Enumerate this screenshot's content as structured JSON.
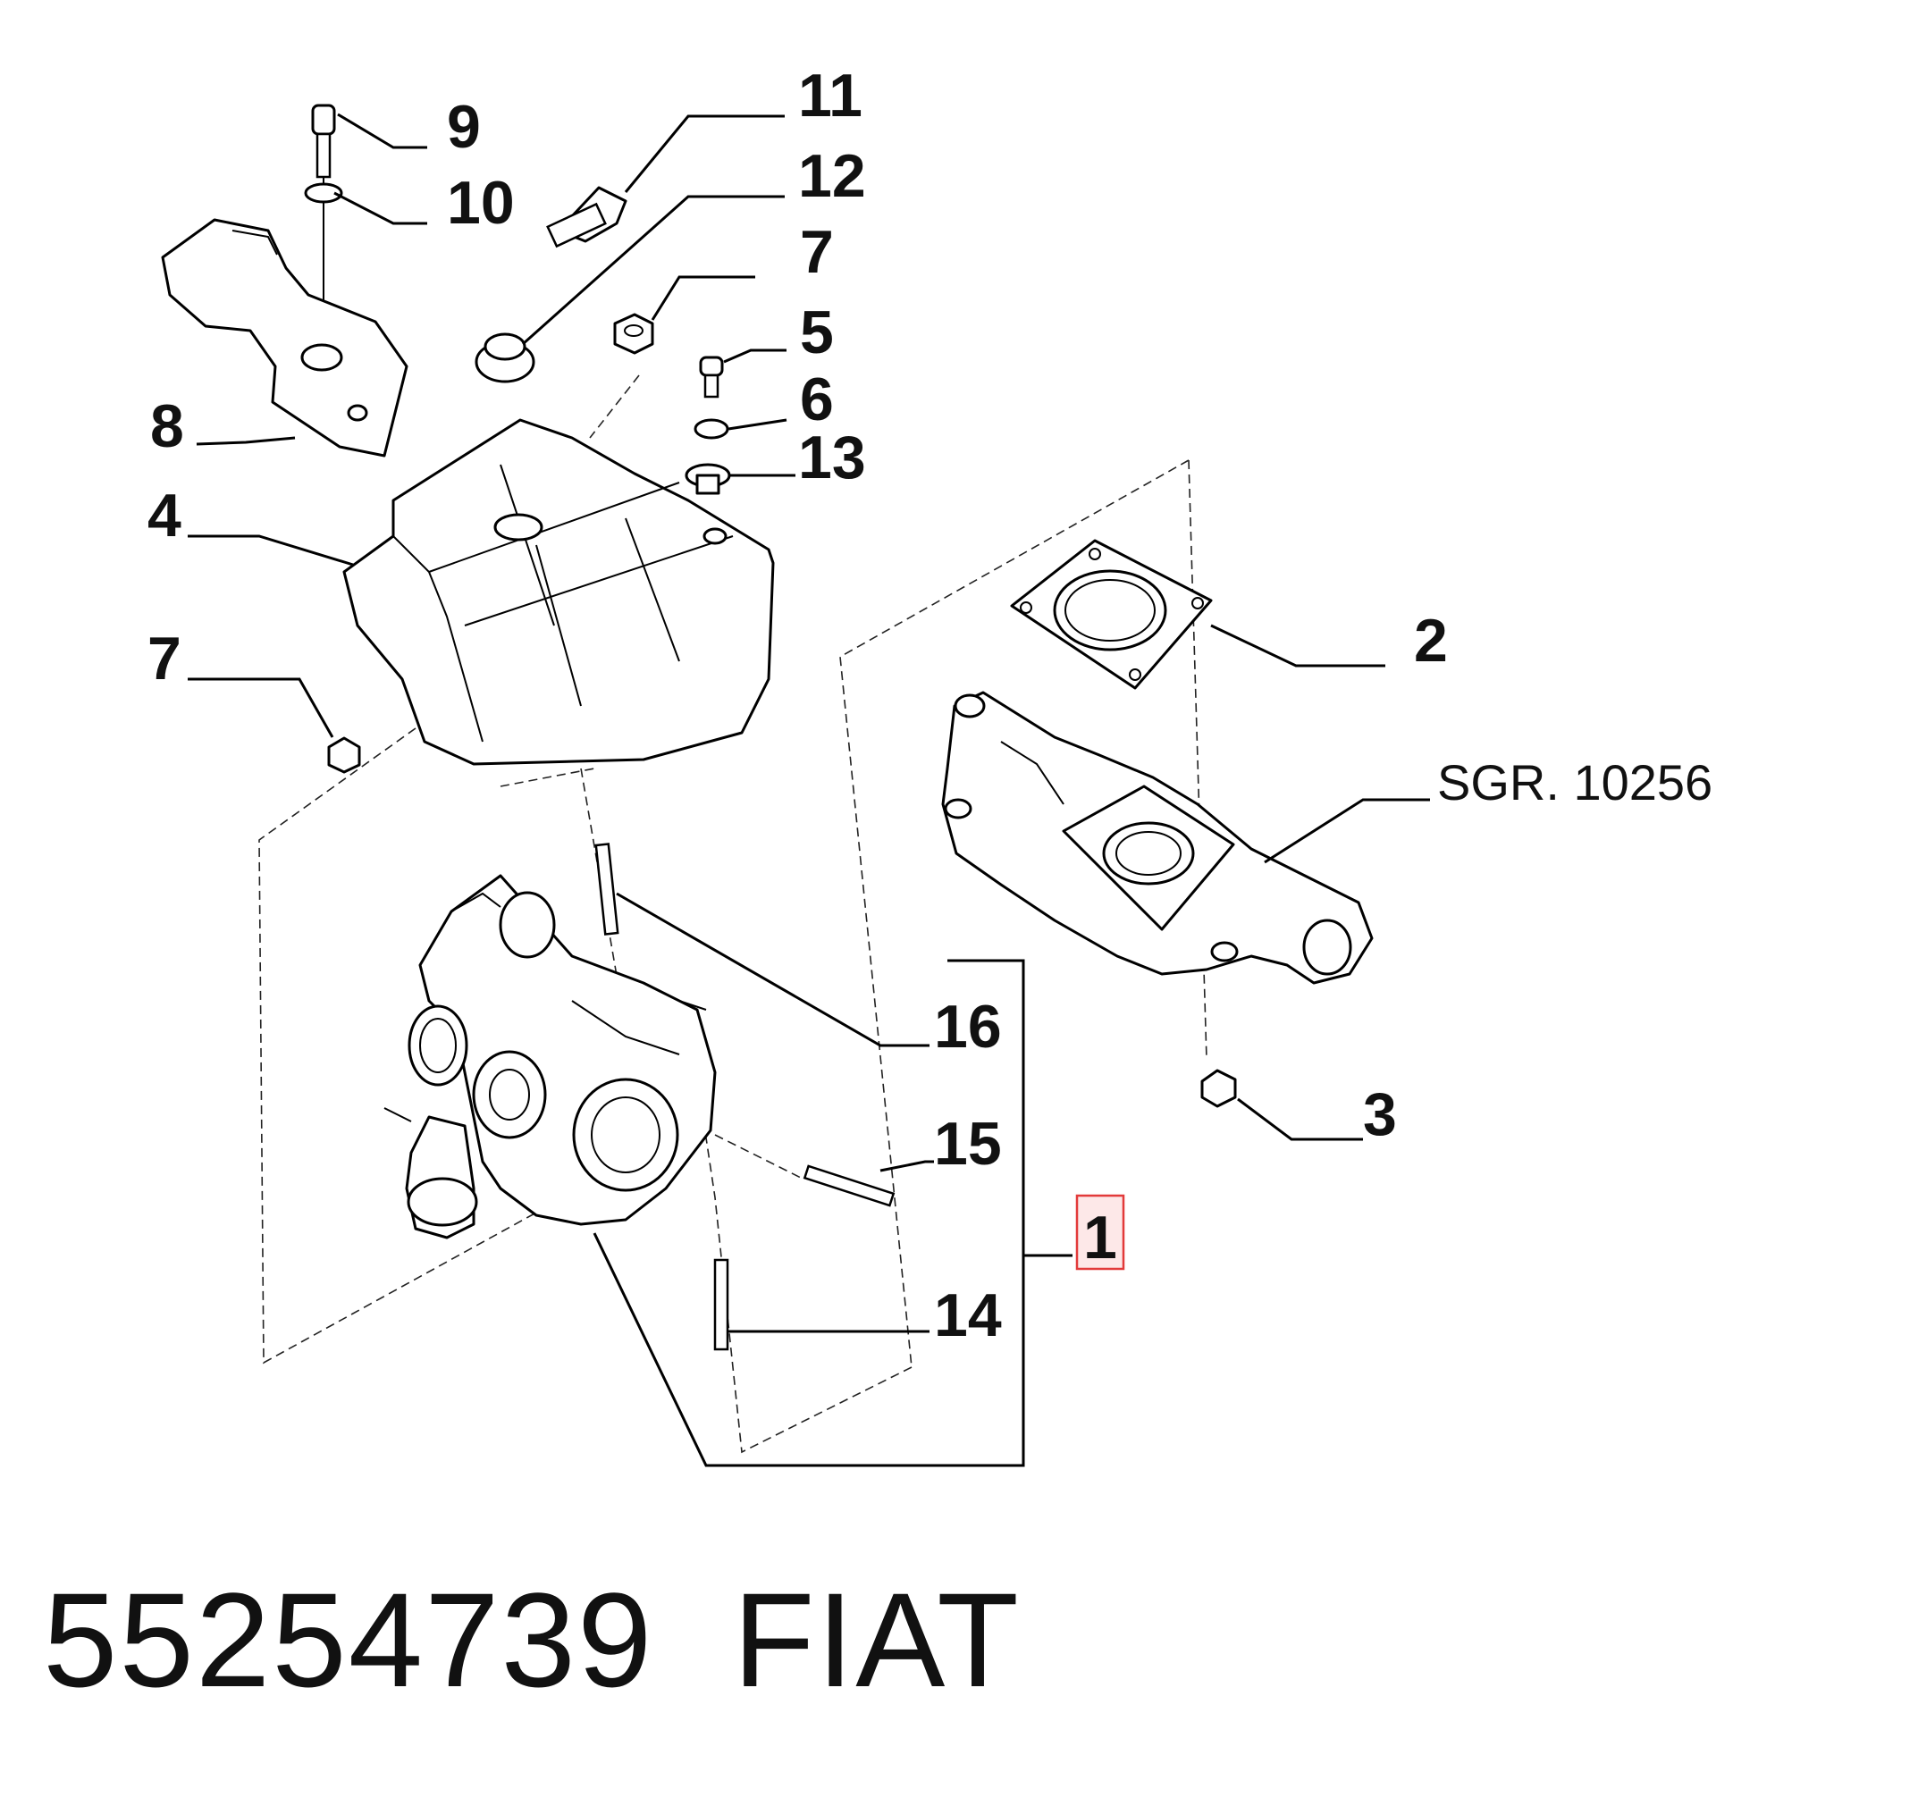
{
  "callouts": {
    "c1": "1",
    "c2": "2",
    "c3": "3",
    "c4": "4",
    "c5": "5",
    "c6": "6",
    "c7a": "7",
    "c7b": "7",
    "c8": "8",
    "c9": "9",
    "c10": "10",
    "c11": "11",
    "c12": "12",
    "c13": "13",
    "c14": "14",
    "c15": "15",
    "c16": "16"
  },
  "reference": "SGR. 10256",
  "highlight_color": "#e23a3a",
  "footer": {
    "part_number": "55254739",
    "brand": "FIAT"
  }
}
